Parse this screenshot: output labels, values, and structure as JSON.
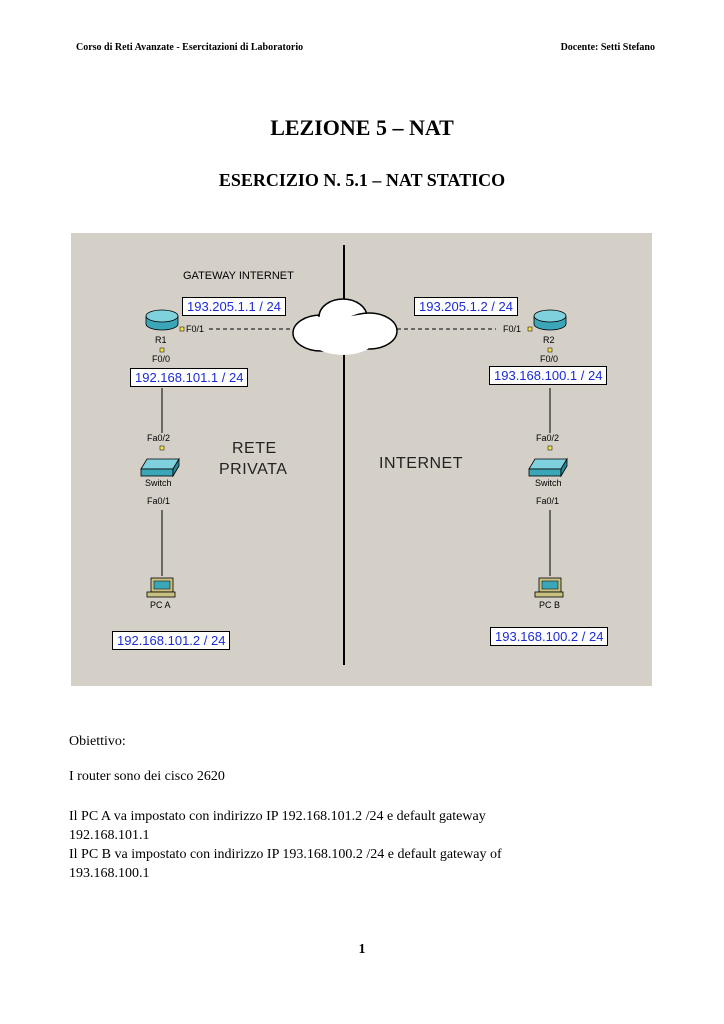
{
  "header": {
    "left": "Corso di Reti Avanzate -  Esercitazioni di Laboratorio",
    "right": "Docente: Setti  Stefano"
  },
  "title": "LEZIONE 5 – NAT",
  "subtitle": "ESERCIZIO N. 5.1 – NAT STATICO",
  "diagram": {
    "gateway_label": "GATEWAY INTERNET",
    "left_area_label_1": "RETE",
    "left_area_label_2": "PRIVATA",
    "right_area_label": "INTERNET",
    "r1": {
      "name": "R1",
      "wan_ip": "193.205.1.1 / 24",
      "wan_if": "F0/1",
      "lan_if": "F0/0",
      "lan_ip": "192.168.101.1 / 24"
    },
    "r2": {
      "name": "R2",
      "wan_ip": "193.205.1.2 / 24",
      "wan_if": "F0/1",
      "lan_if": "F0/0",
      "lan_ip": "193.168.100.1 / 24"
    },
    "switch_left": {
      "name": "Switch",
      "up_if": "Fa0/2",
      "down_if": "Fa0/1"
    },
    "switch_right": {
      "name": "Switch",
      "up_if": "Fa0/2",
      "down_if": "Fa0/1"
    },
    "pc_a": {
      "name": "PC A",
      "ip": "192.168.101.2 / 24"
    },
    "pc_b": {
      "name": "PC B",
      "ip": "193.168.100.2 / 24"
    },
    "colors": {
      "background": "#d4d0c8",
      "ip_text": "#1a2ad6",
      "device": "#3aa6b8"
    }
  },
  "body": {
    "objective": "Obiettivo:",
    "line1": "I router sono dei cisco 2620",
    "line2a": "Il PC A va impostato con indirizzo IP 192.168.101.2 /24  e default gateway",
    "line2b": "192.168.101.1",
    "line3a": "Il PC B va impostato con indirizzo IP 193.168.100.2 /24  e default gateway of",
    "line3b": "193.168.100.1"
  },
  "page_number": "1"
}
